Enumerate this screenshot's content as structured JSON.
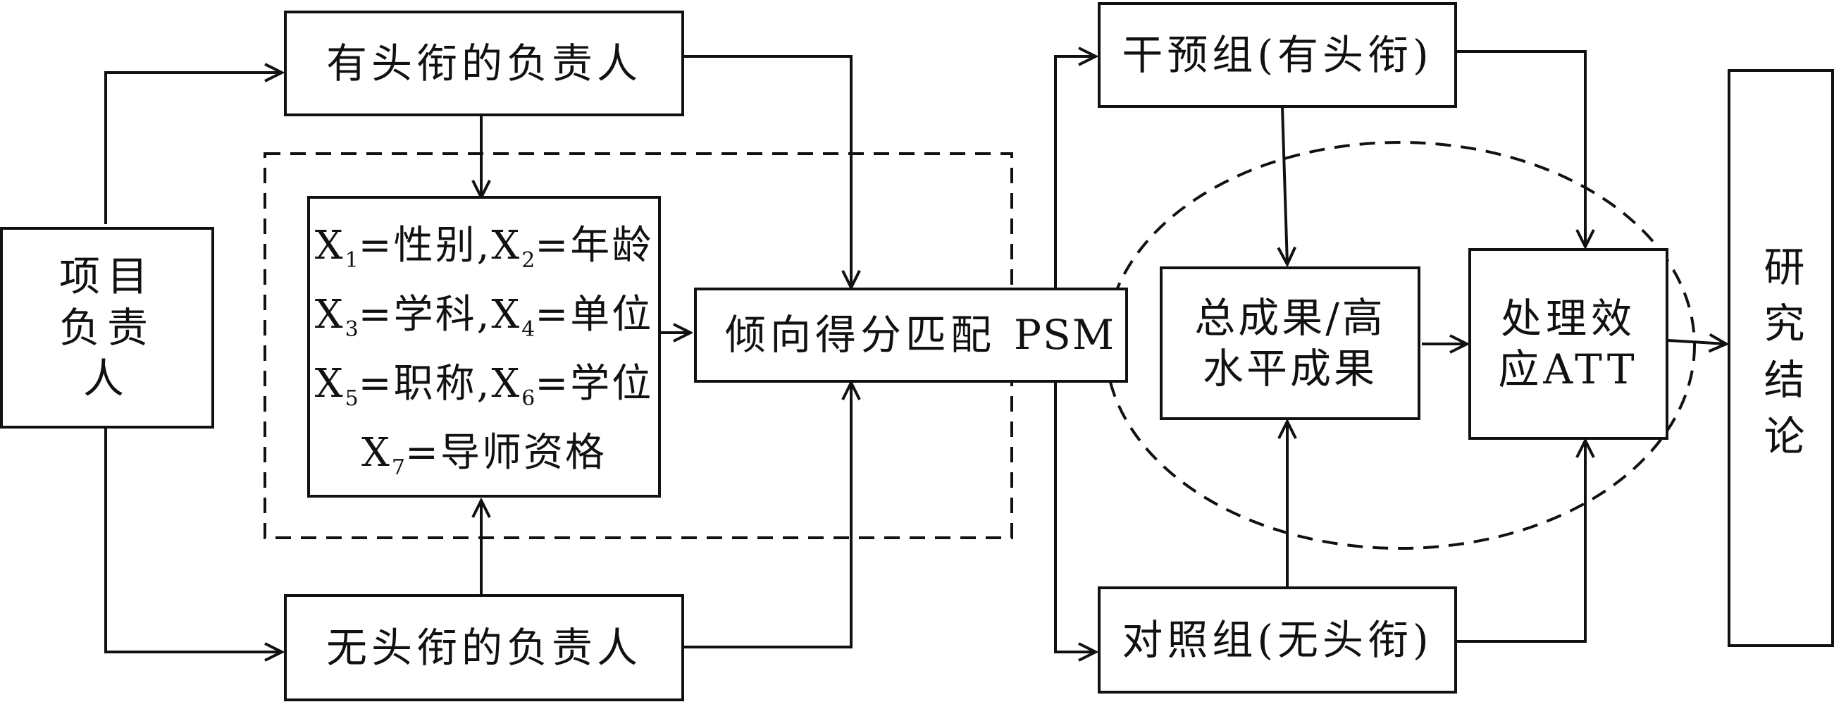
{
  "nodes": {
    "project_leader": "项目负责人",
    "titled_leader": "有头衔的负责人",
    "untitled_leader": "无头衔的负责人",
    "psm_box": "倾向得分匹配",
    "psm_tag": "PSM",
    "treatment_group": "干预组(有头衔)",
    "control_group": "对照组(无头衔)",
    "outcome": "总成果/高水平成果",
    "att": "处理效应ATT",
    "conclusion": "研究结论"
  },
  "covariates": [
    {
      "a_sym": "X",
      "a_sub": "1",
      "a_name": "=性别",
      "b_sym": "X",
      "b_sub": "2",
      "b_name": "=年龄"
    },
    {
      "a_sym": "X",
      "a_sub": "3",
      "a_name": "=学科",
      "b_sym": "X",
      "b_sub": "4",
      "b_name": "=单位"
    },
    {
      "a_sym": "X",
      "a_sub": "5",
      "a_name": "=职称",
      "b_sym": "X",
      "b_sub": "6",
      "b_name": "=学位"
    },
    {
      "a_sym": "X",
      "a_sub": "7",
      "a_name": "=导师资格"
    }
  ],
  "separator": ","
}
